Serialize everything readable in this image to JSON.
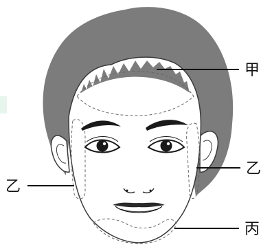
{
  "labels": {
    "top": "甲",
    "right_side": "乙",
    "left_side": "乙",
    "chin": "丙"
  },
  "colors": {
    "hair": "#7c7c7c",
    "skin": "#ffffff",
    "outline": "#3a3a3a",
    "dashed": "#666666",
    "leader": "#111111",
    "tint": "#e6f5ee"
  },
  "icons": {
    "figure": "face-diagram"
  }
}
